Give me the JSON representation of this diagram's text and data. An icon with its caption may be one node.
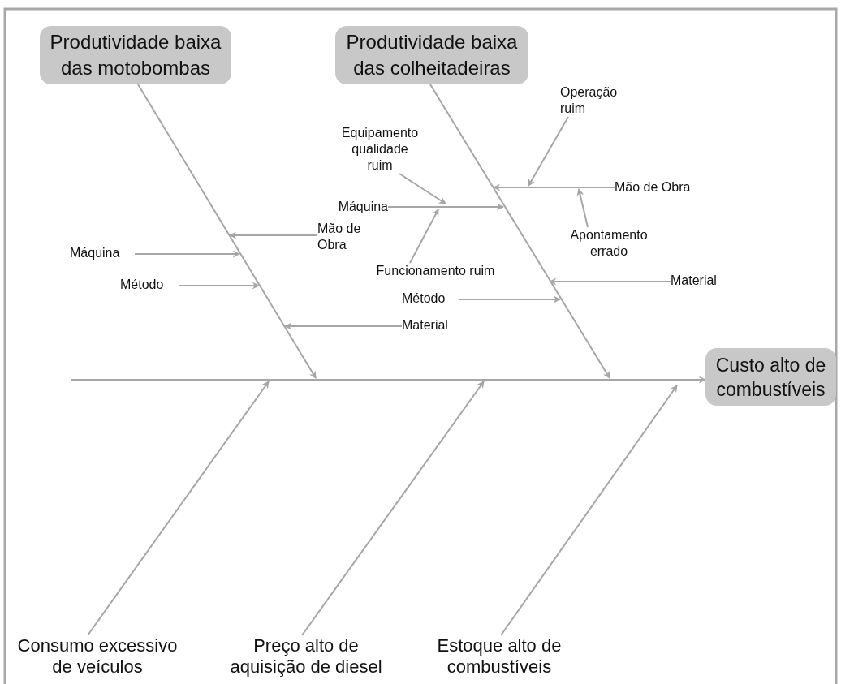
{
  "diagram": {
    "nodes": [
      {
        "text": [
          "Produtividade baixa das motobombas"
        ]
      },
      {
        "text": [
          "Produtividade baixa das colheitadeiras"
        ]
      },
      {
        "text": [
          "Operação ruim"
        ]
      },
      {
        "text": [
          "Equipamento qualidade ruim"
        ]
      },
      {
        "text": [
          "Mão de Obra"
        ]
      },
      {
        "text": [
          "Máquina"
        ]
      },
      {
        "text": [
          "Mão de Obra"
        ]
      },
      {
        "text": [
          "Apontamento errado"
        ]
      },
      {
        "text": [
          "Máquina"
        ]
      },
      {
        "text": [
          "Funcionamento ruim"
        ]
      },
      {
        "text": [
          "Material"
        ]
      },
      {
        "text": [
          "Método"
        ]
      },
      {
        "text": [
          "Método"
        ]
      },
      {
        "text": [
          "Material"
        ]
      },
      {
        "text": [
          "Custo alto de combustíveis"
        ]
      },
      {
        "text": [
          "Consumo excessivo de veículos"
        ]
      },
      {
        "text": [
          "Preço alto de aquisição de diesel"
        ]
      },
      {
        "text": [
          "Estoque alto de combustíveis"
        ]
      }
    ],
    "edges": [
      {
        "from": 0,
        "to": null,
        "arrow": "to"
      },
      {
        "from": 1,
        "to": null,
        "arrow": "to"
      },
      {
        "from": null,
        "to": 14,
        "arrow": "to"
      },
      {
        "from": 15,
        "to": null,
        "arrow": "to"
      },
      {
        "from": 16,
        "to": null,
        "arrow": "to"
      },
      {
        "from": 17,
        "to": null,
        "arrow": "to"
      },
      {
        "from": 8,
        "to": null,
        "arrow": "to"
      },
      {
        "from": 6,
        "to": null,
        "arrow": "to"
      },
      {
        "from": 11,
        "to": null,
        "arrow": "to"
      },
      {
        "from": 13,
        "to": null,
        "arrow": "to"
      },
      {
        "from": 5,
        "to": null,
        "arrow": "to"
      },
      {
        "from": 3,
        "to": null,
        "arrow": "to"
      },
      {
        "from": 9,
        "to": null,
        "arrow": "to"
      },
      {
        "from": 4,
        "to": null,
        "arrow": "to"
      },
      {
        "from": 2,
        "to": null,
        "arrow": "to"
      },
      {
        "from": 7,
        "to": null,
        "arrow": "to"
      },
      {
        "from": 10,
        "to": null,
        "arrow": "to"
      },
      {
        "from": 12,
        "to": null,
        "arrow": "to"
      }
    ]
  }
}
